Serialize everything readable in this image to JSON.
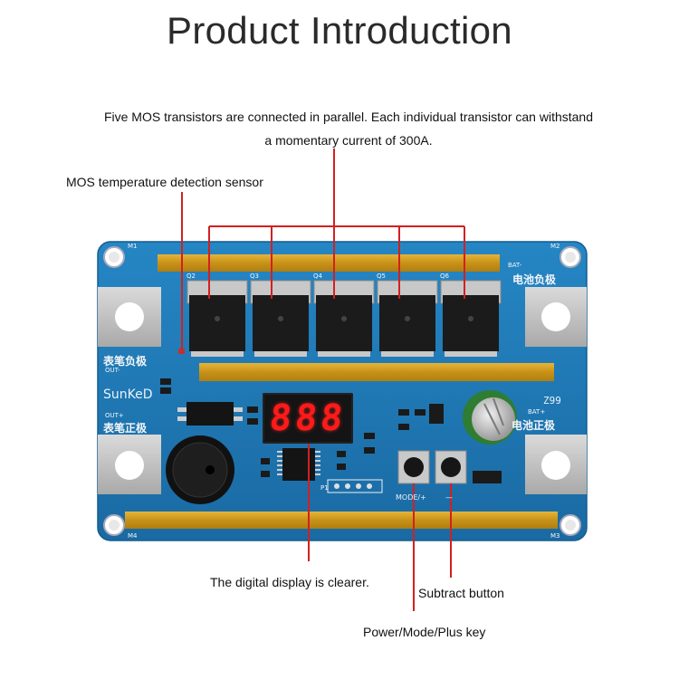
{
  "title": "Product Introduction",
  "captions": {
    "mos_line1": "Five MOS transistors are connected in parallel. Each individual transistor can withstand",
    "mos_line2": "a momentary current of 300A.",
    "sensor": "MOS temperature detection sensor",
    "display": "The digital display is clearer.",
    "subtract": "Subtract button",
    "power": "Power/Mode/Plus key"
  },
  "board": {
    "brand": "SunKeD",
    "model": "Z99",
    "display_text": "888",
    "silkscreen": {
      "bat_minus_small": "BAT-",
      "bat_minus_cn": "电池负极",
      "bat_plus_small": "BAT+",
      "bat_plus_cn": "电池正极",
      "out_minus_cn": "表笔负极",
      "out_minus_small": "OUT-",
      "out_plus_small": "OUT+",
      "out_plus_cn": "表笔正极",
      "mode_key": "MODE/+",
      "minus_key": "—",
      "p1": "P1",
      "m1": "M1",
      "m2": "M2",
      "m3": "M3",
      "m4": "M4",
      "q2": "Q2",
      "q3": "Q3",
      "q4": "Q4",
      "q5": "Q5",
      "q6": "Q6"
    },
    "mosfet_count": 5
  },
  "colors": {
    "pcb": "#1d78b4",
    "gold": "#d4a020",
    "leader": "#d32020",
    "led": "#ff1a1a",
    "pad": "#e6e6e6"
  }
}
